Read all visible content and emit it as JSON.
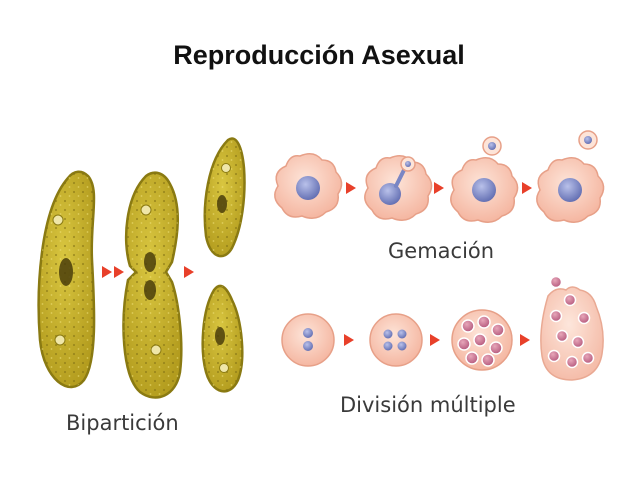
{
  "slide": {
    "title": "Reproducción Asexual"
  },
  "sections": {
    "biparticion": {
      "label": "Bipartición"
    },
    "gemacion": {
      "label": "Gemación"
    },
    "division_multiple": {
      "label": "División múltiple"
    }
  },
  "colors": {
    "paramecium_fill": "#c9b32e",
    "paramecium_edge": "#8a7a12",
    "cell_fill": "#f8c8b6",
    "cell_edge": "#e7a088",
    "nucleus_fill": "#7a86c4",
    "arrow": "#e8402a"
  },
  "icons": [
    "arrow-right-icon"
  ]
}
